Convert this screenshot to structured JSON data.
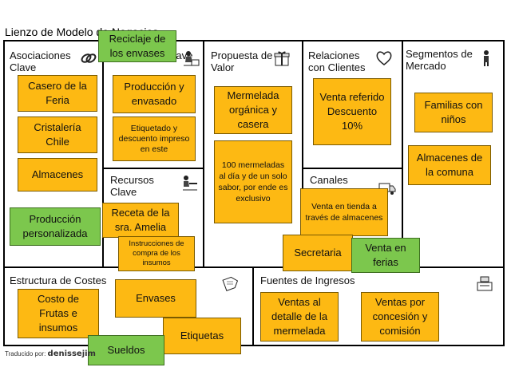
{
  "title": "Lienzo de Modelo de Negocios",
  "sections": {
    "key_partners": "Asociaciones Clave",
    "key_activities": "Actividades Clave",
    "value_proposition": "Propuesta de Valor",
    "customer_relationships": "Relaciones con Clientes",
    "customer_segments": "Segmentos de Mercado",
    "key_resources": "Recursos Clave",
    "channels": "Canales",
    "cost_structure": "Estructura de Costes",
    "revenue_streams": "Fuentes de Ingresos"
  },
  "notes": {
    "reciclaje": "Reciclaje de los envases",
    "casero": "Casero de la Feria",
    "cristaleria": "Cristalería Chile",
    "almacenes": "Almacenes",
    "produccion_personalizada": "Producción personalizada",
    "produccion_envasado": "Producción y envasado",
    "etiquetado": "Etiquetado y descuento impreso en este",
    "receta": "Receta de la sra. Amelia",
    "instrucciones": "Instrucciones de compra de los insumos",
    "mermelada": "Mermelada orgánica y casera",
    "cien": "100 mermeladas al día y de un solo sabor, por ende es exclusivo",
    "venta_referido": "Venta referido Descuento 10%",
    "familias": "Familias con niños",
    "almacenes_comuna": "Almacenes de la comuna",
    "venta_tienda": "Venta en tienda a través de almacenes",
    "secretaria": "Secretaria",
    "venta_ferias": "Venta en ferias",
    "costo_frutas": "Costo de Frutas e insumos",
    "envases": "Envases",
    "etiquetas": "Etiquetas",
    "sueldos": "Sueldos",
    "ventas_detalle": "Ventas al detalle de la mermelada",
    "ventas_concesion": "Ventas por concesión y comisión"
  },
  "credit": {
    "label": "Traducido por:",
    "author": "denissejim"
  },
  "colors": {
    "note": "#fdb913",
    "note_green": "#7cc74d"
  },
  "icons": [
    "chain-links-icon",
    "factory-worker-icon",
    "gift-box-icon",
    "heart-icon",
    "person-icon",
    "worker-desk-icon",
    "delivery-truck-icon",
    "price-tag-icon",
    "cash-register-icon"
  ]
}
